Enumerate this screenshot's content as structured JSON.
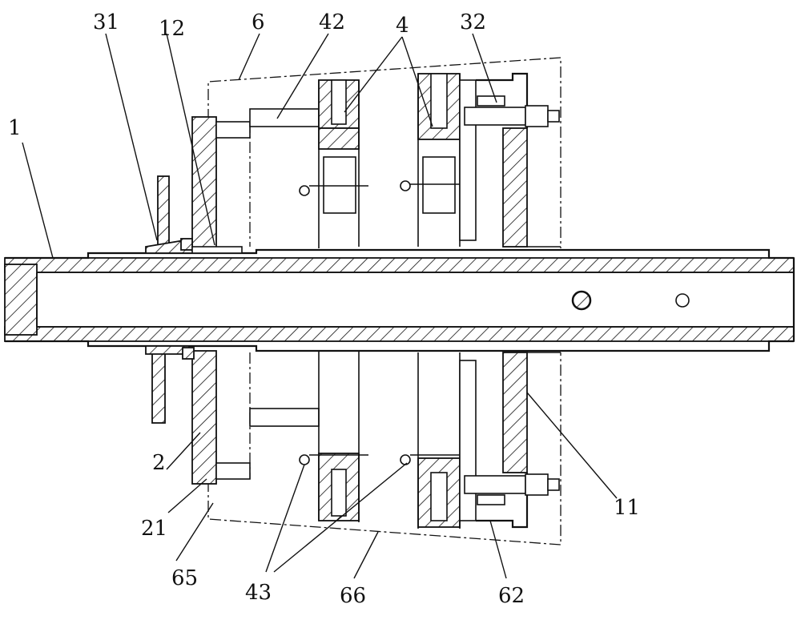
{
  "labels": {
    "l1": "1",
    "l31": "31",
    "l12": "12",
    "l6": "6",
    "l42": "42",
    "l4": "4",
    "l32": "32",
    "l2": "2",
    "l21": "21",
    "l65": "65",
    "l43": "43",
    "l66": "66",
    "l62": "62",
    "l11": "11"
  }
}
